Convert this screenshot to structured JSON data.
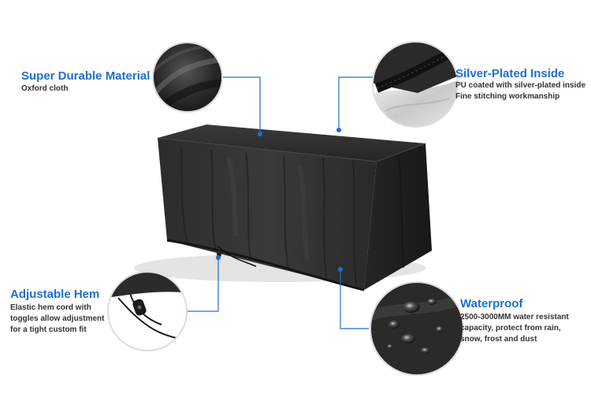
{
  "accent_color": "#1e6fcf",
  "features": [
    {
      "title": "Super Durable Material",
      "lines": [
        "Oxford cloth"
      ],
      "icon": "oxford-fabric-closeup"
    },
    {
      "title": "Silver-Plated Inside",
      "lines": [
        "PU coated with silver-plated inside",
        "Fine stitching workmanship"
      ],
      "icon": "silver-lining-closeup"
    },
    {
      "title": "Adjustable Hem",
      "lines": [
        "Elastic hem cord with",
        "toggles allow adjustment",
        "for a tight custom fit"
      ],
      "icon": "toggle-cord-closeup"
    },
    {
      "title": "Waterproof",
      "lines": [
        "2500-3000MM water resistant",
        "capacity, protect from rain,",
        "snow, frost and dust"
      ],
      "icon": "water-droplets-closeup"
    }
  ]
}
